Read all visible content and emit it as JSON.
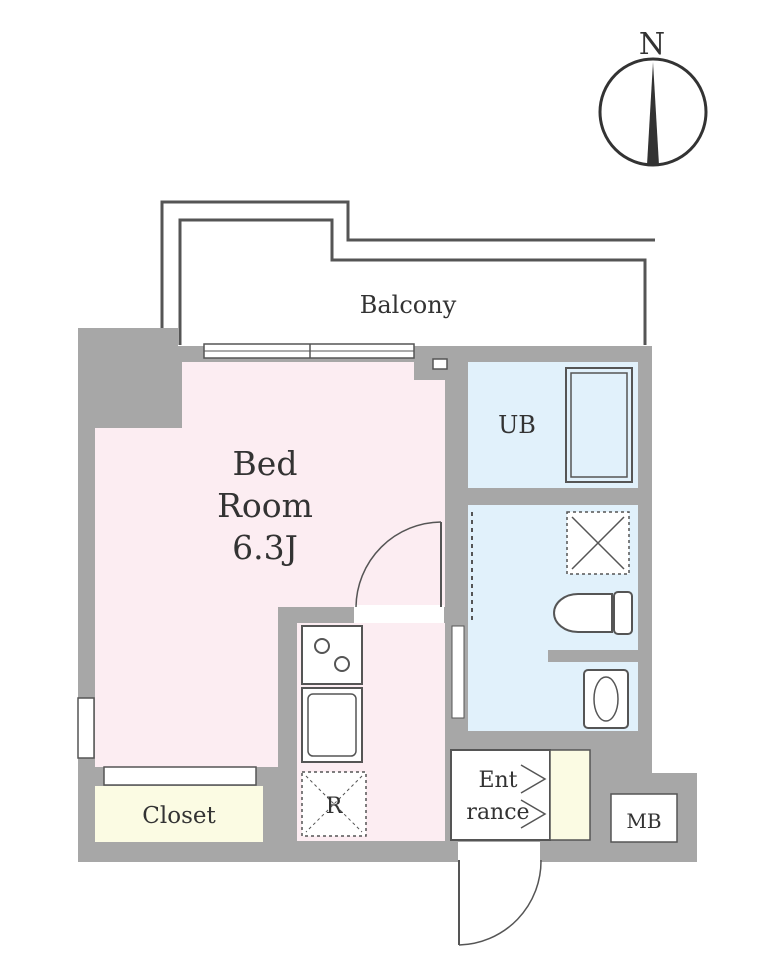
{
  "compass": {
    "north_label": "N",
    "icon": "compass-north-arrow-icon"
  },
  "rooms": {
    "balcony": {
      "label": "Balcony"
    },
    "bedroom": {
      "label_line1": "Bed",
      "label_line2": "Room",
      "label_line3": "6.3J"
    },
    "unit_bath": {
      "label": "UB"
    },
    "closet": {
      "label": "Closet"
    },
    "refrigerator": {
      "label": "R"
    },
    "entrance": {
      "label_line1": "Ent",
      "label_line2": "rance"
    },
    "meter_box": {
      "label": "MB"
    }
  },
  "colors": {
    "wall": "#a7a7a7",
    "bedroom_floor": "#fcedf2",
    "wet_area_floor": "#e1f1fb",
    "closet_floor": "#fbfbe3",
    "outline": "#555555"
  }
}
